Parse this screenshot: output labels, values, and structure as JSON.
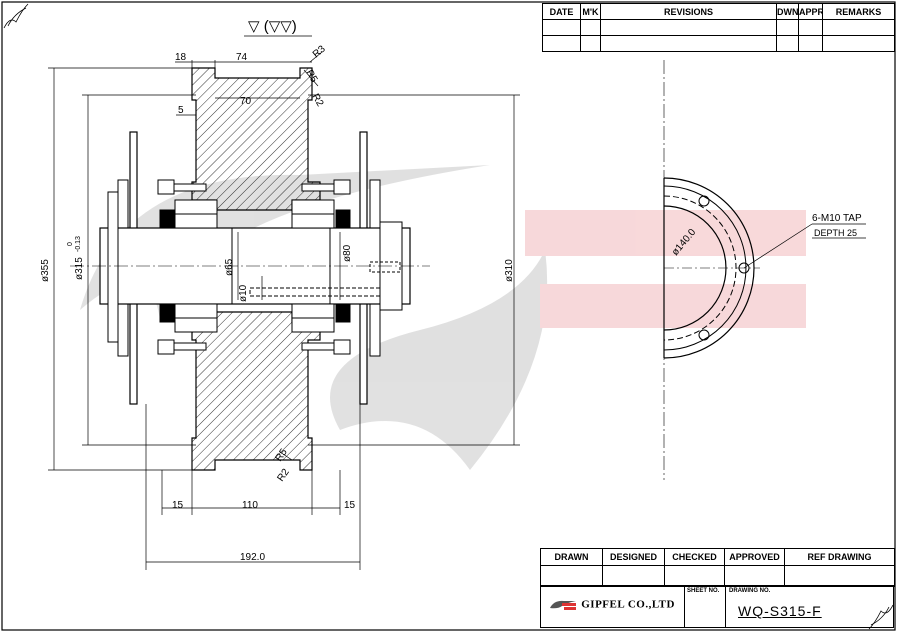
{
  "revisions_table": {
    "headers": [
      "DATE",
      "M'K",
      "REVISIONS",
      "DWN",
      "APPR",
      "REMARKS"
    ]
  },
  "title_block": {
    "headers": [
      "DRAWN",
      "DESIGNED",
      "CHECKED",
      "APPROVED",
      "REF DRAWING"
    ],
    "sheet_no_label": "SHEET NO.",
    "drawing_no_label": "DRAWING NO.",
    "company": "GIPFEL CO.,LTD",
    "drawing_number": "WQ-S315-F"
  },
  "surface_symbol": "▽ (▽▽)",
  "dimensions": {
    "flange_18": "18",
    "hub_74": "74",
    "r3": "R3",
    "r5_top": "R5",
    "r2_top": "R2",
    "hub_70": "70",
    "step_5": "5",
    "dia_355": "ø355",
    "dia_315": "ø315",
    "tol_upper": "0",
    "tol_lower": "-0.13",
    "dia_65": "ø65",
    "dia_80": "ø80",
    "dia_10": "ø10",
    "dia_310": "ø310",
    "r5_bottom": "R5",
    "r2_bottom": "R2",
    "left_15": "15",
    "mid_110": "110",
    "right_15": "15",
    "overall_192": "192.0"
  },
  "side_view": {
    "pcd": "ø140.0",
    "tap_note": "6-M10 TAP",
    "depth_note": "DEPTH 25"
  },
  "colors": {
    "watermark_red": "#f2b9bc",
    "watermark_gray": "#c8c8c8",
    "line": "#000000"
  }
}
